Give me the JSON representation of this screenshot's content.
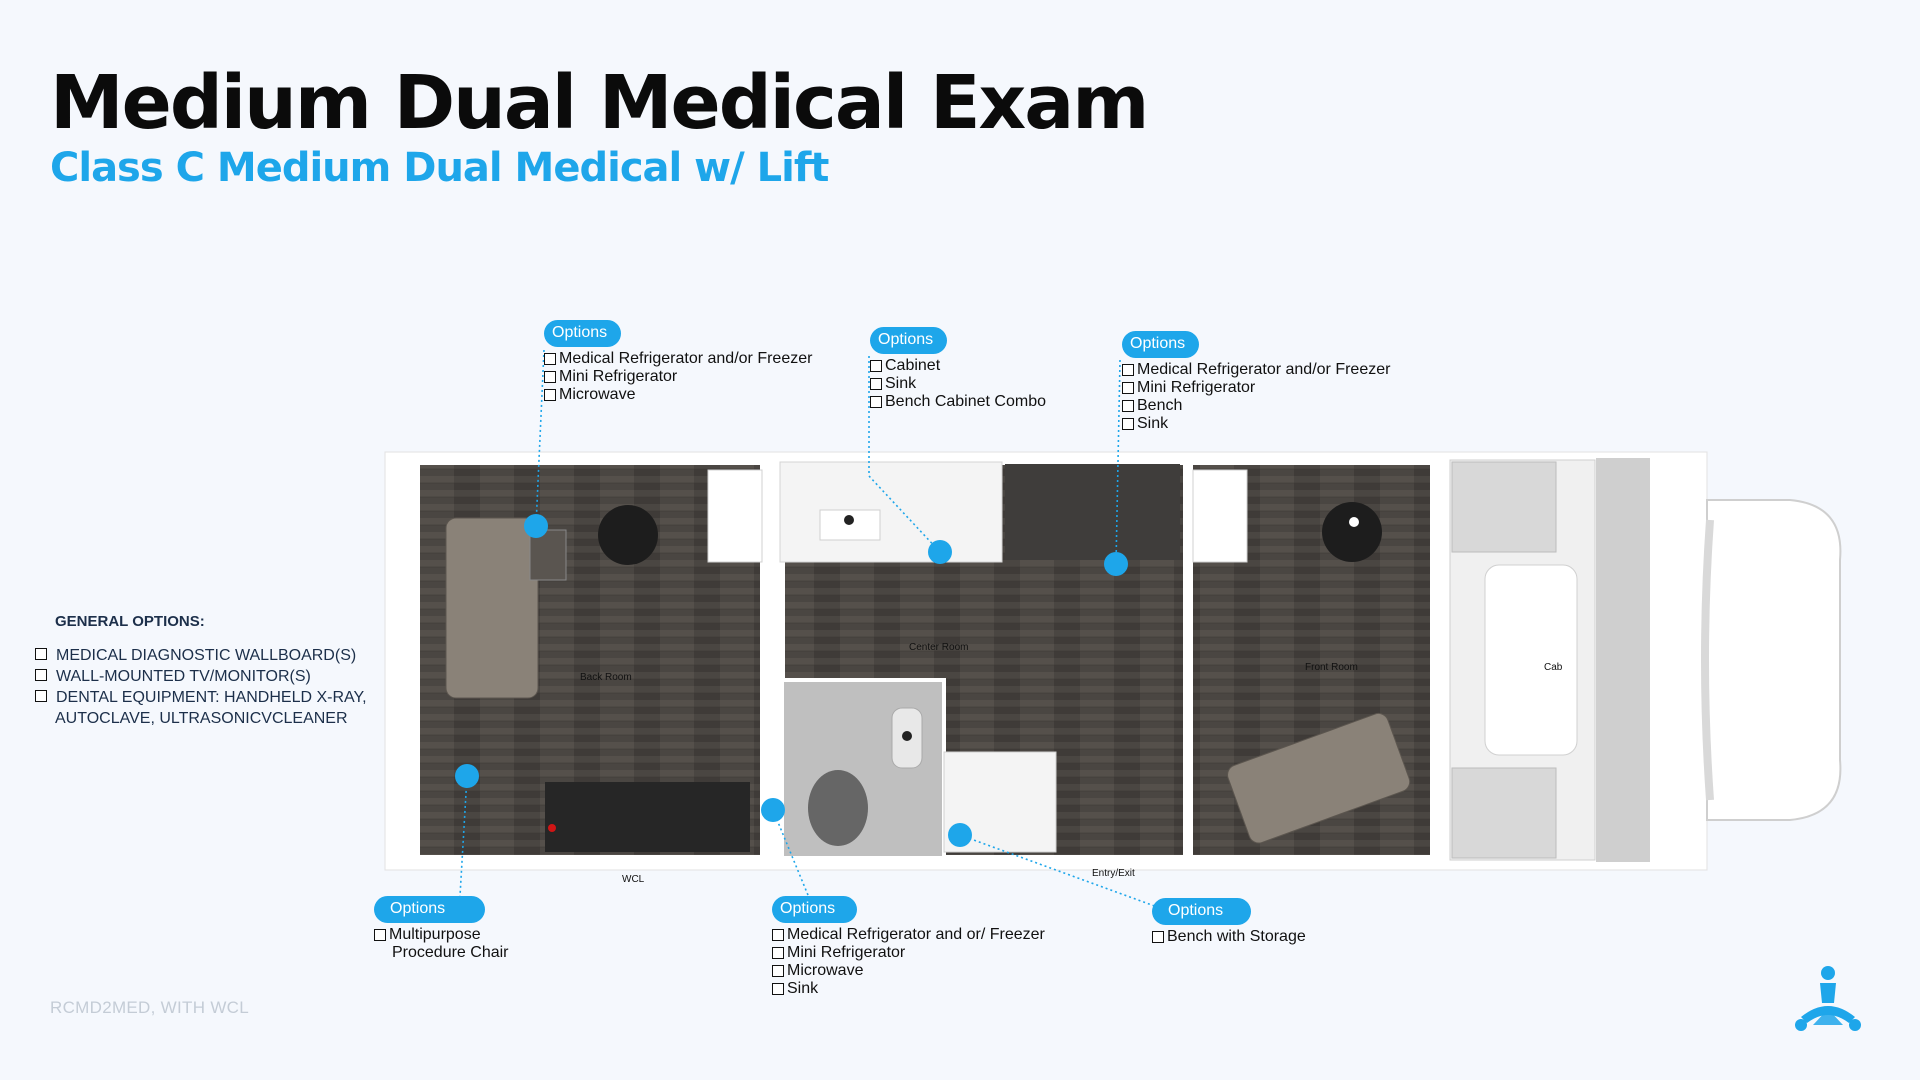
{
  "header": {
    "title": "Medium Dual Medical Exam",
    "subtitle": "Class C Medium Dual Medical w/ Lift"
  },
  "general_options": {
    "heading": "GENERAL OPTIONS:",
    "items": [
      "MEDICAL DIAGNOSTIC WALLBOARD(S)",
      "WALL-MOUNTED TV/MONITOR(S)",
      "DENTAL EQUIPMENT: HANDHELD X-RAY,",
      "AUTOCLAVE, ULTRASONICVCLEANER"
    ]
  },
  "rooms": {
    "back": "Back Room",
    "center": "Center Room",
    "front": "Front Room",
    "cab": "Cab",
    "wcl": "WCL",
    "entry": "Entry/Exit"
  },
  "option_groups": {
    "pill_label": "Options",
    "back_top": [
      "Medical Refrigerator and/or Freezer",
      "Mini Refrigerator",
      "Microwave"
    ],
    "center_top": [
      "Cabinet",
      "Sink",
      "Bench Cabinet Combo"
    ],
    "front_top": [
      "Medical Refrigerator and/or Freezer",
      "Mini Refrigerator",
      "Bench",
      "Sink"
    ],
    "back_bottom": [
      "Multipurpose",
      "Procedure Chair"
    ],
    "center_bottom": [
      "Medical Refrigerator and or/ Freezer",
      "Mini Refrigerator",
      "Microwave",
      "Sink"
    ],
    "entry_bottom": [
      "Bench with Storage"
    ]
  },
  "footer": {
    "code": "RCMD2MED, WITH WCL"
  },
  "colors": {
    "accent": "#1ea6ea",
    "floor": "#4a4642",
    "wall": "#ffffff"
  }
}
